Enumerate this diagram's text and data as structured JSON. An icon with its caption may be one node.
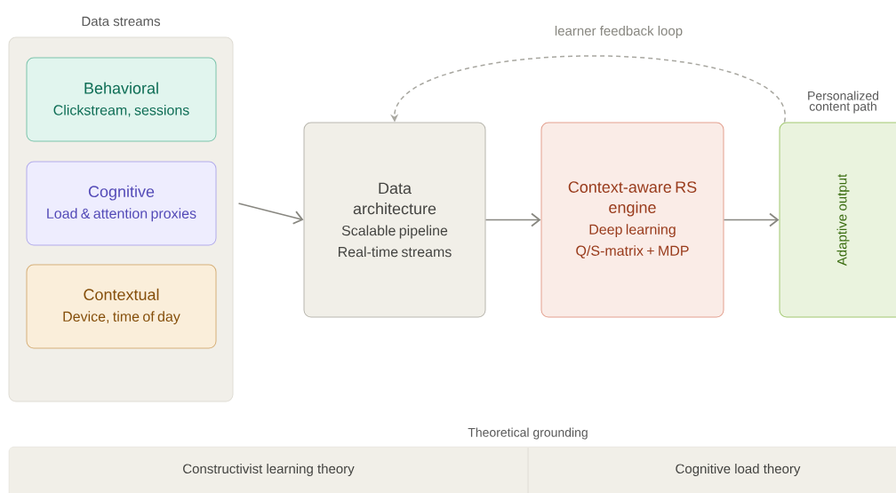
{
  "diagram": {
    "nodes": [
      {
        "text": [
          "Data streams"
        ]
      },
      {
        "text": [
          "Behavioral",
          "Clickstream, sessions"
        ],
        "in": 0
      },
      {
        "text": [
          "Cognitive",
          "Load & attention proxies"
        ],
        "in": 0
      },
      {
        "text": [
          "Contextual",
          "Device, time of day"
        ],
        "in": 0
      },
      {
        "text": [
          "Data architecture",
          "Scalable pipeline",
          "Real-time streams"
        ]
      },
      {
        "text": [
          "Context-aware RS engine",
          "Deep learning",
          "Q/S-matrix + MDP"
        ]
      },
      {
        "text": [
          "Adaptive output"
        ],
        "beside": [
          "Personalized content path"
        ]
      },
      {
        "text": [
          "Theoretical grounding"
        ]
      },
      {
        "text": [
          "Constructivist learning theory"
        ],
        "in": 7
      },
      {
        "text": [
          "Cognitive load theory"
        ],
        "in": 7
      }
    ],
    "edges": [
      {
        "from": 0,
        "to": 4,
        "arrow": "to"
      },
      {
        "from": 4,
        "to": 5,
        "arrow": "to"
      },
      {
        "from": 5,
        "to": 6,
        "arrow": "to"
      },
      {
        "from": 6,
        "to": 4,
        "arrow": "to",
        "label": "learner feedback loop",
        "style": "dashed",
        "color": "#a8a7a0"
      }
    ]
  }
}
